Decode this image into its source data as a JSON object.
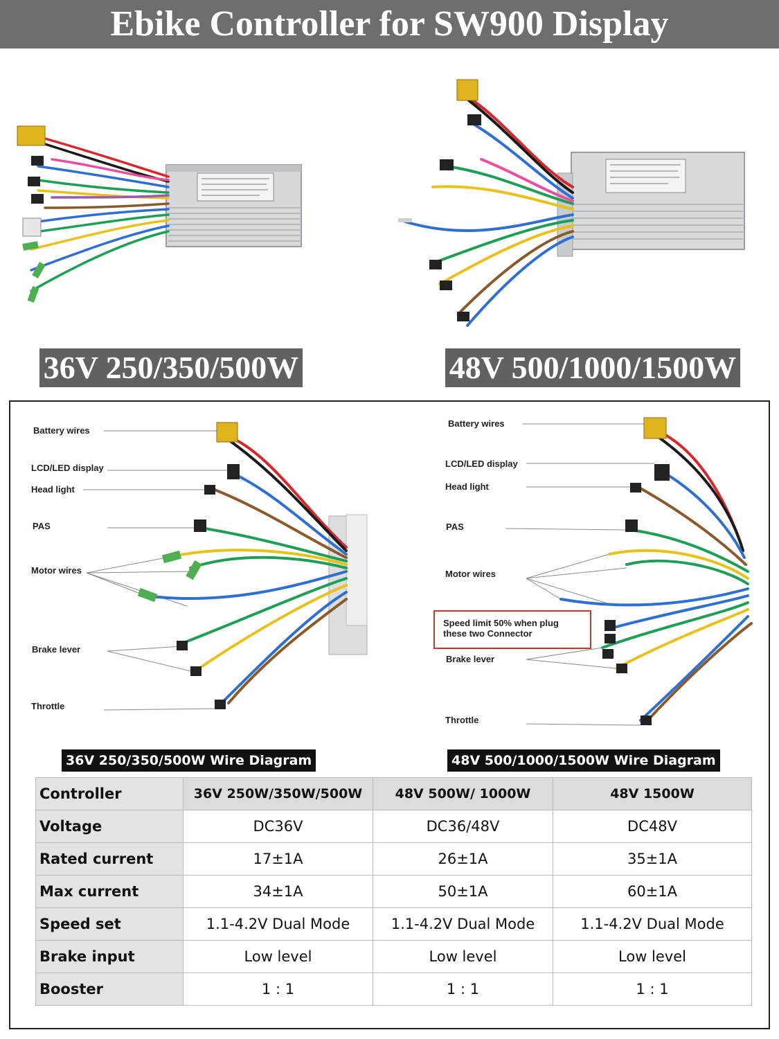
{
  "title": "Ebike Controller for SW900 Display",
  "models": {
    "left": "36V 250/350/500W",
    "right": "48V 500/1000/1500W"
  },
  "diagram_left": {
    "caption": "36V 250/350/500W Wire Diagram",
    "labels": {
      "battery": "Battery wires",
      "lcd": "LCD/LED display",
      "headlight": "Head light",
      "pas": "PAS",
      "motor": "Motor wires",
      "brake": "Brake lever",
      "throttle": "Throttle"
    }
  },
  "diagram_right": {
    "caption": "48V 500/1000/1500W Wire Diagram",
    "labels": {
      "battery": "Battery wires",
      "lcd": "LCD/LED display",
      "headlight": "Head light",
      "pas": "PAS",
      "motor": "Motor wires",
      "brake": "Brake lever",
      "throttle": "Throttle"
    },
    "note_line1": "Speed limit 50% when plug",
    "note_line2": "these two Connector"
  },
  "spec_table": {
    "header": [
      "Controller",
      "36V 250W/350W/500W",
      "48V 500W/ 1000W",
      "48V 1500W"
    ],
    "rows": [
      [
        "Voltage",
        "DC36V",
        "DC36/48V",
        "DC48V"
      ],
      [
        "Rated current",
        "17±1A",
        "26±1A",
        "35±1A"
      ],
      [
        "Max current",
        "34±1A",
        "50±1A",
        "60±1A"
      ],
      [
        "Speed set",
        "1.1-4.2V Dual Mode",
        "1.1-4.2V Dual Mode",
        "1.1-4.2V Dual Mode"
      ],
      [
        "Brake input",
        "Low level",
        "Low level",
        "Low level"
      ],
      [
        "Booster",
        "1 : 1",
        "1 : 1",
        "1 : 1"
      ]
    ]
  },
  "colors": {
    "title_bg": "#6e6e6e",
    "label_bg": "#616161",
    "caption_bg": "#111111",
    "note_border": "#c0392b",
    "wire_red": "#d8262c",
    "wire_black": "#1a1a1a",
    "wire_blue": "#2f6fd0",
    "wire_green": "#1f9e57",
    "wire_yellow": "#e8c21c",
    "connector_yellow": "#e0b21e",
    "connector_green": "#4fae52"
  }
}
